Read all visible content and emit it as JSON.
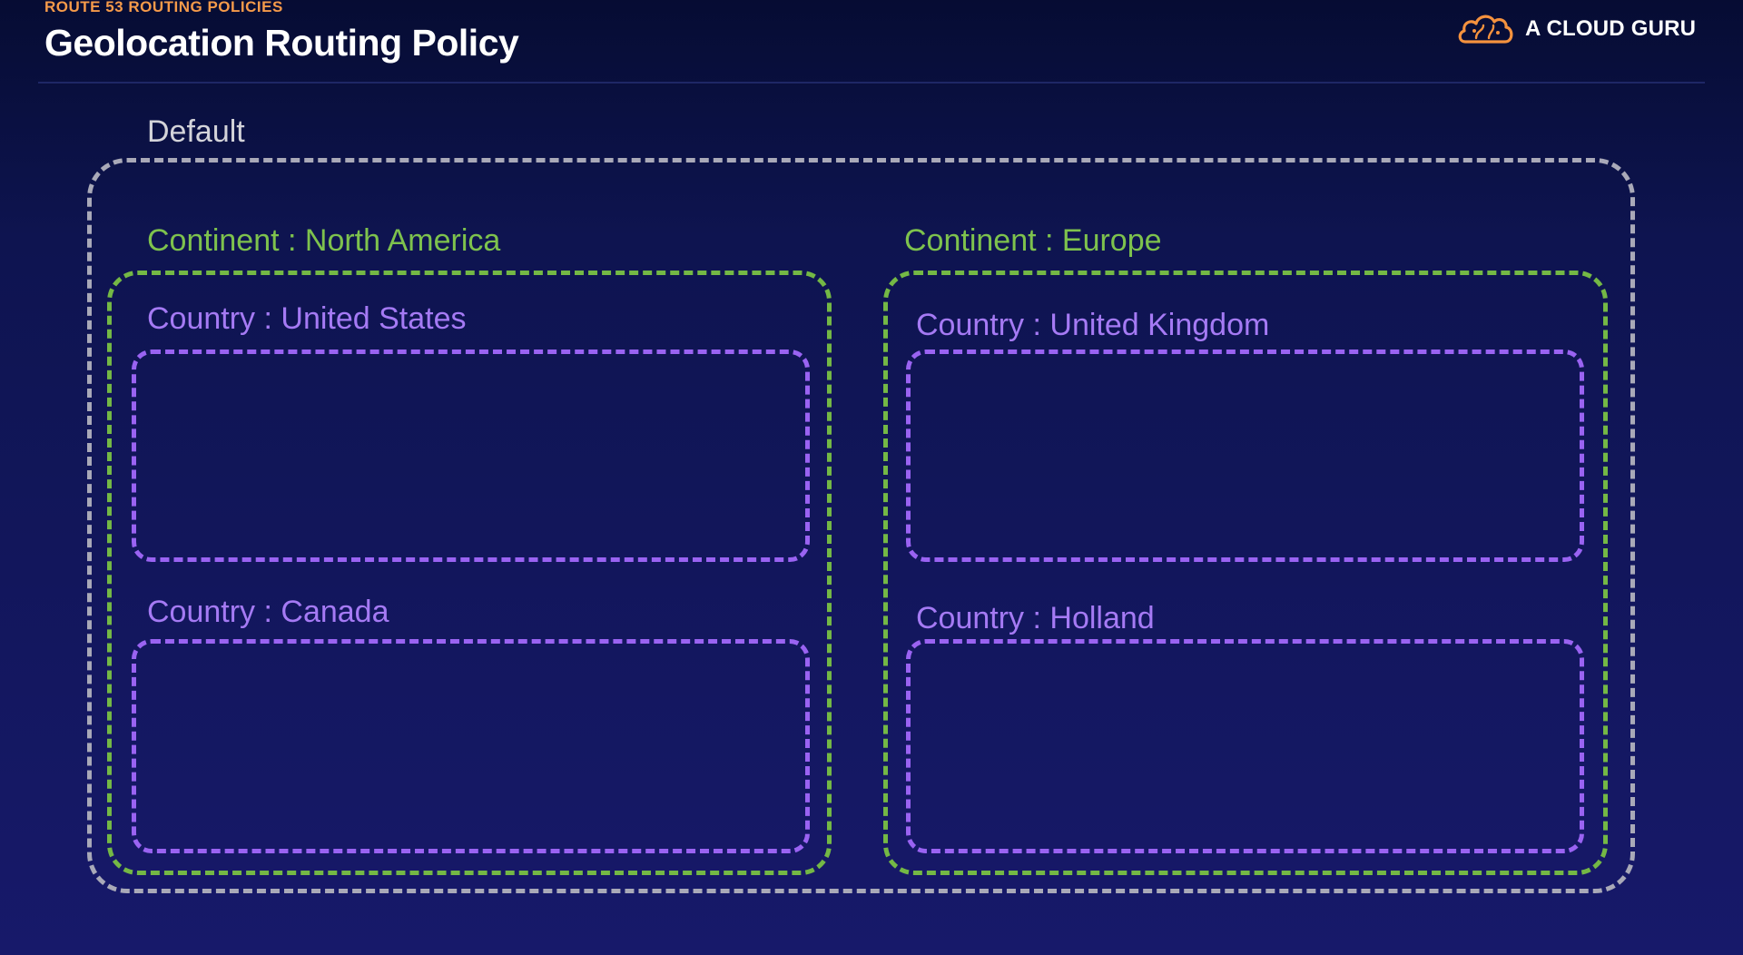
{
  "header": {
    "eyebrow": "ROUTE 53 ROUTING POLICIES",
    "title": "Geolocation Routing Policy"
  },
  "brand": {
    "name": "A CLOUD GURU",
    "icon": "cloud-logo-icon",
    "accent_color": "#f5923e"
  },
  "diagram": {
    "default_label": "Default",
    "continents": [
      {
        "label": "Continent : North America",
        "countries": [
          {
            "label": "Country : United States"
          },
          {
            "label": "Country : Canada"
          }
        ]
      },
      {
        "label": "Continent : Europe",
        "countries": [
          {
            "label": "Country : United Kingdom"
          },
          {
            "label": "Country : Holland"
          }
        ]
      }
    ]
  },
  "colors": {
    "background": "#111660",
    "default_border": "#a9a9b8",
    "continent": "#74b845",
    "country": "#9a63f2",
    "eyebrow": "#f59a4a"
  }
}
